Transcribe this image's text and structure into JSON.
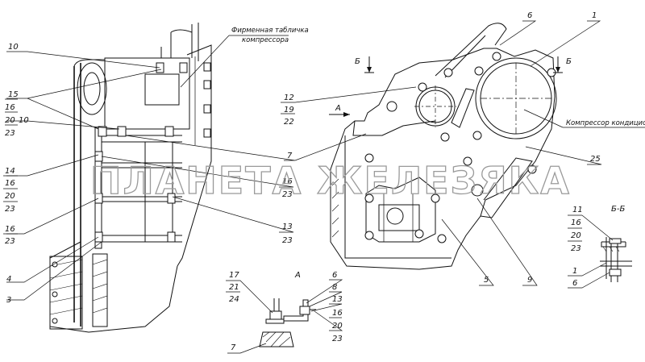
{
  "captions": {
    "nameplate_line1": "Фирменная табличка",
    "nameplate_line2": "компрессора",
    "compressor": "Компрессор кондиционера",
    "section_bb": "Б-Б",
    "view_a": "А",
    "arrow_a": "А",
    "section_mark_left": "Б",
    "section_mark_right": "Б"
  },
  "watermark": "ПЛАНЕТА ЖЕЛЕЗЯКА",
  "left_callouts": [
    {
      "id": "c10a",
      "lines": [
        "10"
      ]
    },
    {
      "id": "c15",
      "lines": [
        "15",
        "16",
        "20",
        "23"
      ]
    },
    {
      "id": "c10b",
      "lines": [
        "10"
      ]
    },
    {
      "id": "c14",
      "lines": [
        "14",
        "16",
        "20",
        "23"
      ]
    },
    {
      "id": "c16",
      "lines": [
        "16",
        "23"
      ]
    },
    {
      "id": "c4",
      "lines": [
        "4"
      ]
    },
    {
      "id": "c3",
      "lines": [
        "3"
      ]
    }
  ],
  "mid_callouts": [
    {
      "id": "m12",
      "lines": [
        "12",
        "19",
        "22"
      ]
    },
    {
      "id": "m7",
      "lines": [
        "7"
      ]
    },
    {
      "id": "m16",
      "lines": [
        "16",
        "23"
      ]
    },
    {
      "id": "m13",
      "lines": [
        "13",
        "23"
      ]
    }
  ],
  "right_callouts": [
    {
      "id": "r6",
      "lines": [
        "6"
      ]
    },
    {
      "id": "r1",
      "lines": [
        "1"
      ]
    },
    {
      "id": "r25",
      "lines": [
        "25"
      ]
    },
    {
      "id": "r5",
      "lines": [
        "5"
      ]
    },
    {
      "id": "r9",
      "lines": [
        "9"
      ]
    }
  ],
  "section_bb_callouts": [
    {
      "id": "b11",
      "lines": [
        "11",
        "16",
        "20",
        "23"
      ]
    },
    {
      "id": "b1",
      "lines": [
        "1"
      ]
    },
    {
      "id": "b6",
      "lines": [
        "6"
      ]
    }
  ],
  "view_a_callouts": [
    {
      "id": "a17",
      "lines": [
        "17",
        "21",
        "24"
      ]
    },
    {
      "id": "a6",
      "lines": [
        "6",
        "8",
        "13",
        "16",
        "20",
        "23"
      ]
    },
    {
      "id": "a7",
      "lines": [
        "7"
      ]
    }
  ]
}
